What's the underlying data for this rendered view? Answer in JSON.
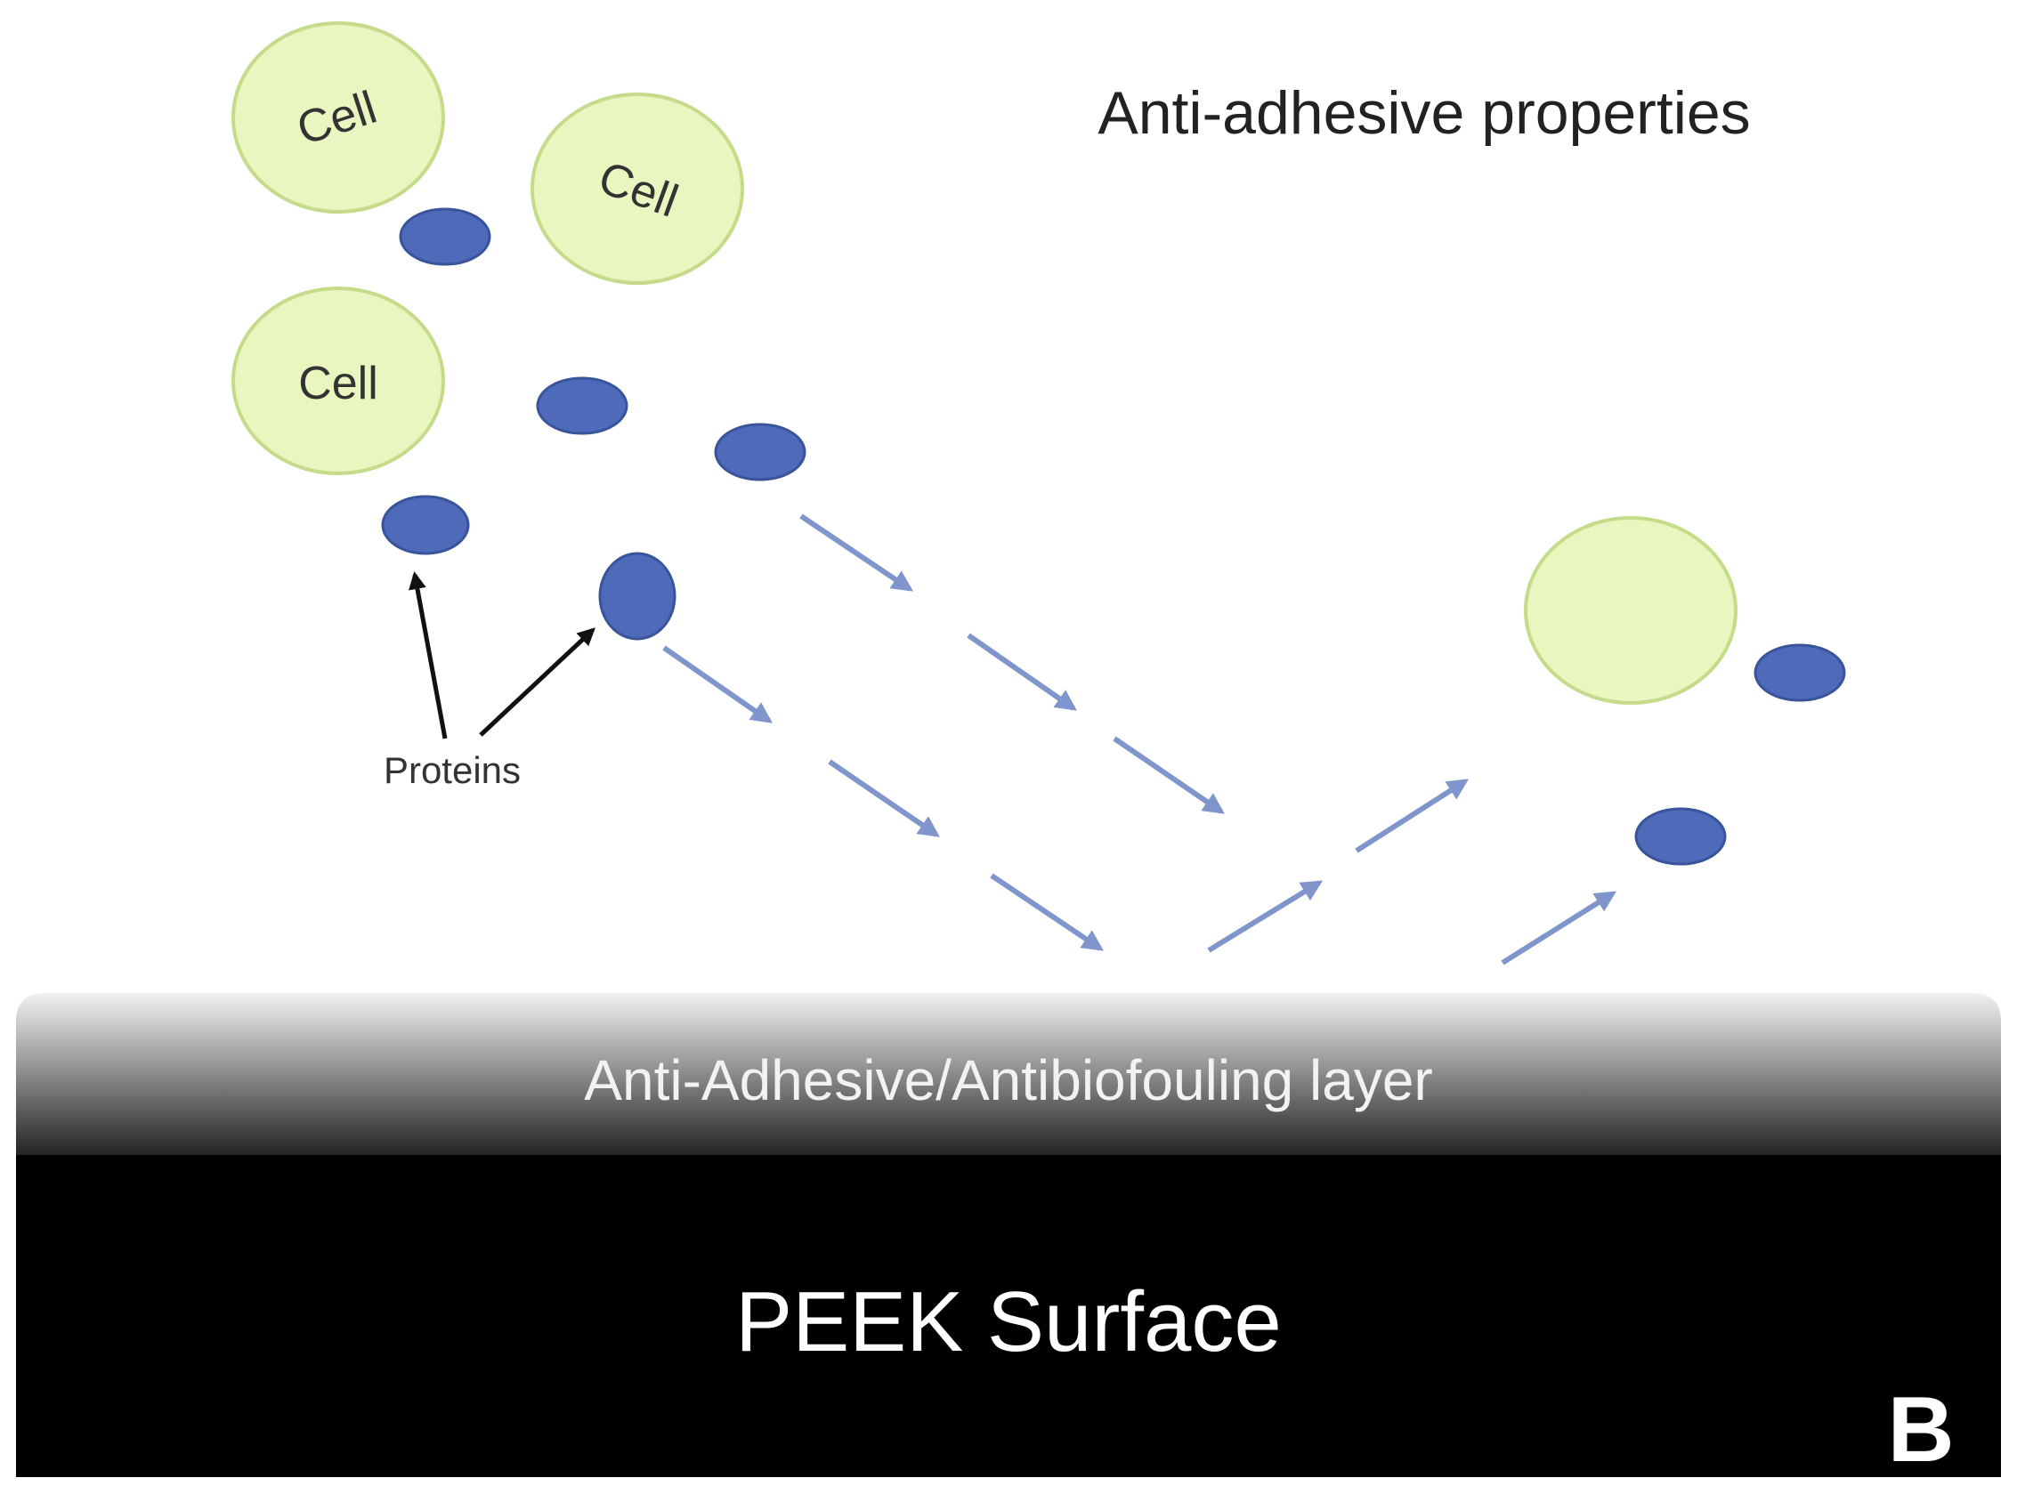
{
  "title": "Anti-adhesive properties",
  "cell_label": "Cell",
  "proteins_label": "Proteins",
  "layer_label": "Anti-Adhesive/Antibiofouling layer",
  "surface_label": "PEEK Surface",
  "panel_letter": "B",
  "colors": {
    "cell_fill": "#e9f6bf",
    "cell_stroke": "#c4dc8a",
    "protein_fill": "#4f6ab8",
    "protein_stroke": "#3a549c",
    "arrow": "#7f95cc",
    "pointer_arrow": "#111111",
    "surface": "#000000",
    "layer_text": "#f2f2f2"
  }
}
